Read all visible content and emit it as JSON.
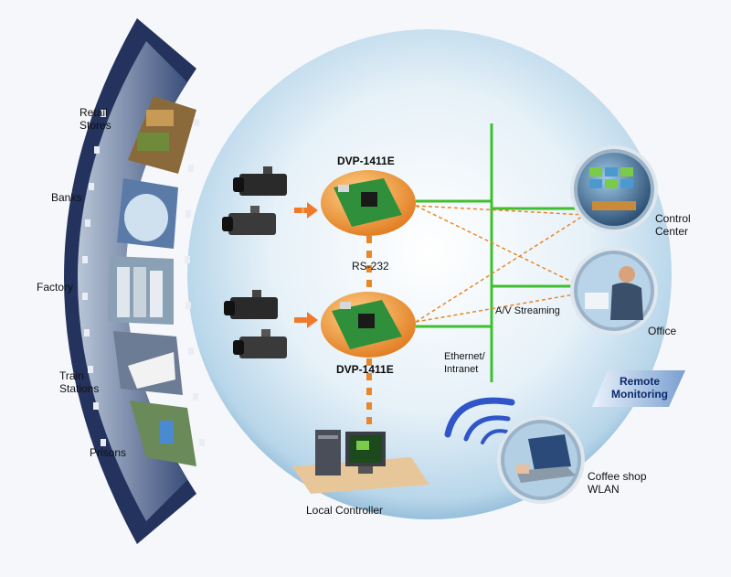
{
  "filmstrip": {
    "items": [
      {
        "label": "Retail\nStores"
      },
      {
        "label": "Banks"
      },
      {
        "label": "Factory"
      },
      {
        "label": "Train\nStations"
      },
      {
        "label": "Prisons"
      }
    ]
  },
  "boards": {
    "top_label": "DVP-1411E",
    "bottom_label": "DVP-1411E"
  },
  "links": {
    "rs232": "RS-232",
    "av_streaming": "A/V Streaming",
    "ethernet": "Ethernet/\nIntranet"
  },
  "endpoints": {
    "control_center": "Control\nCenter",
    "office": "Office",
    "coffee_shop": "Coffee shop\nWLAN",
    "local_controller": "Local Controller"
  },
  "remote_monitoring": "Remote\nMonitoring",
  "colors": {
    "ethernet_line": "#3fbf2f",
    "serial_dash": "#e88a2a",
    "board_fill": "#f0a23a",
    "film_dark": "#1c2a55",
    "bubble_light": "#f2f8fc",
    "bubble_edge": "#7fb1d3"
  }
}
